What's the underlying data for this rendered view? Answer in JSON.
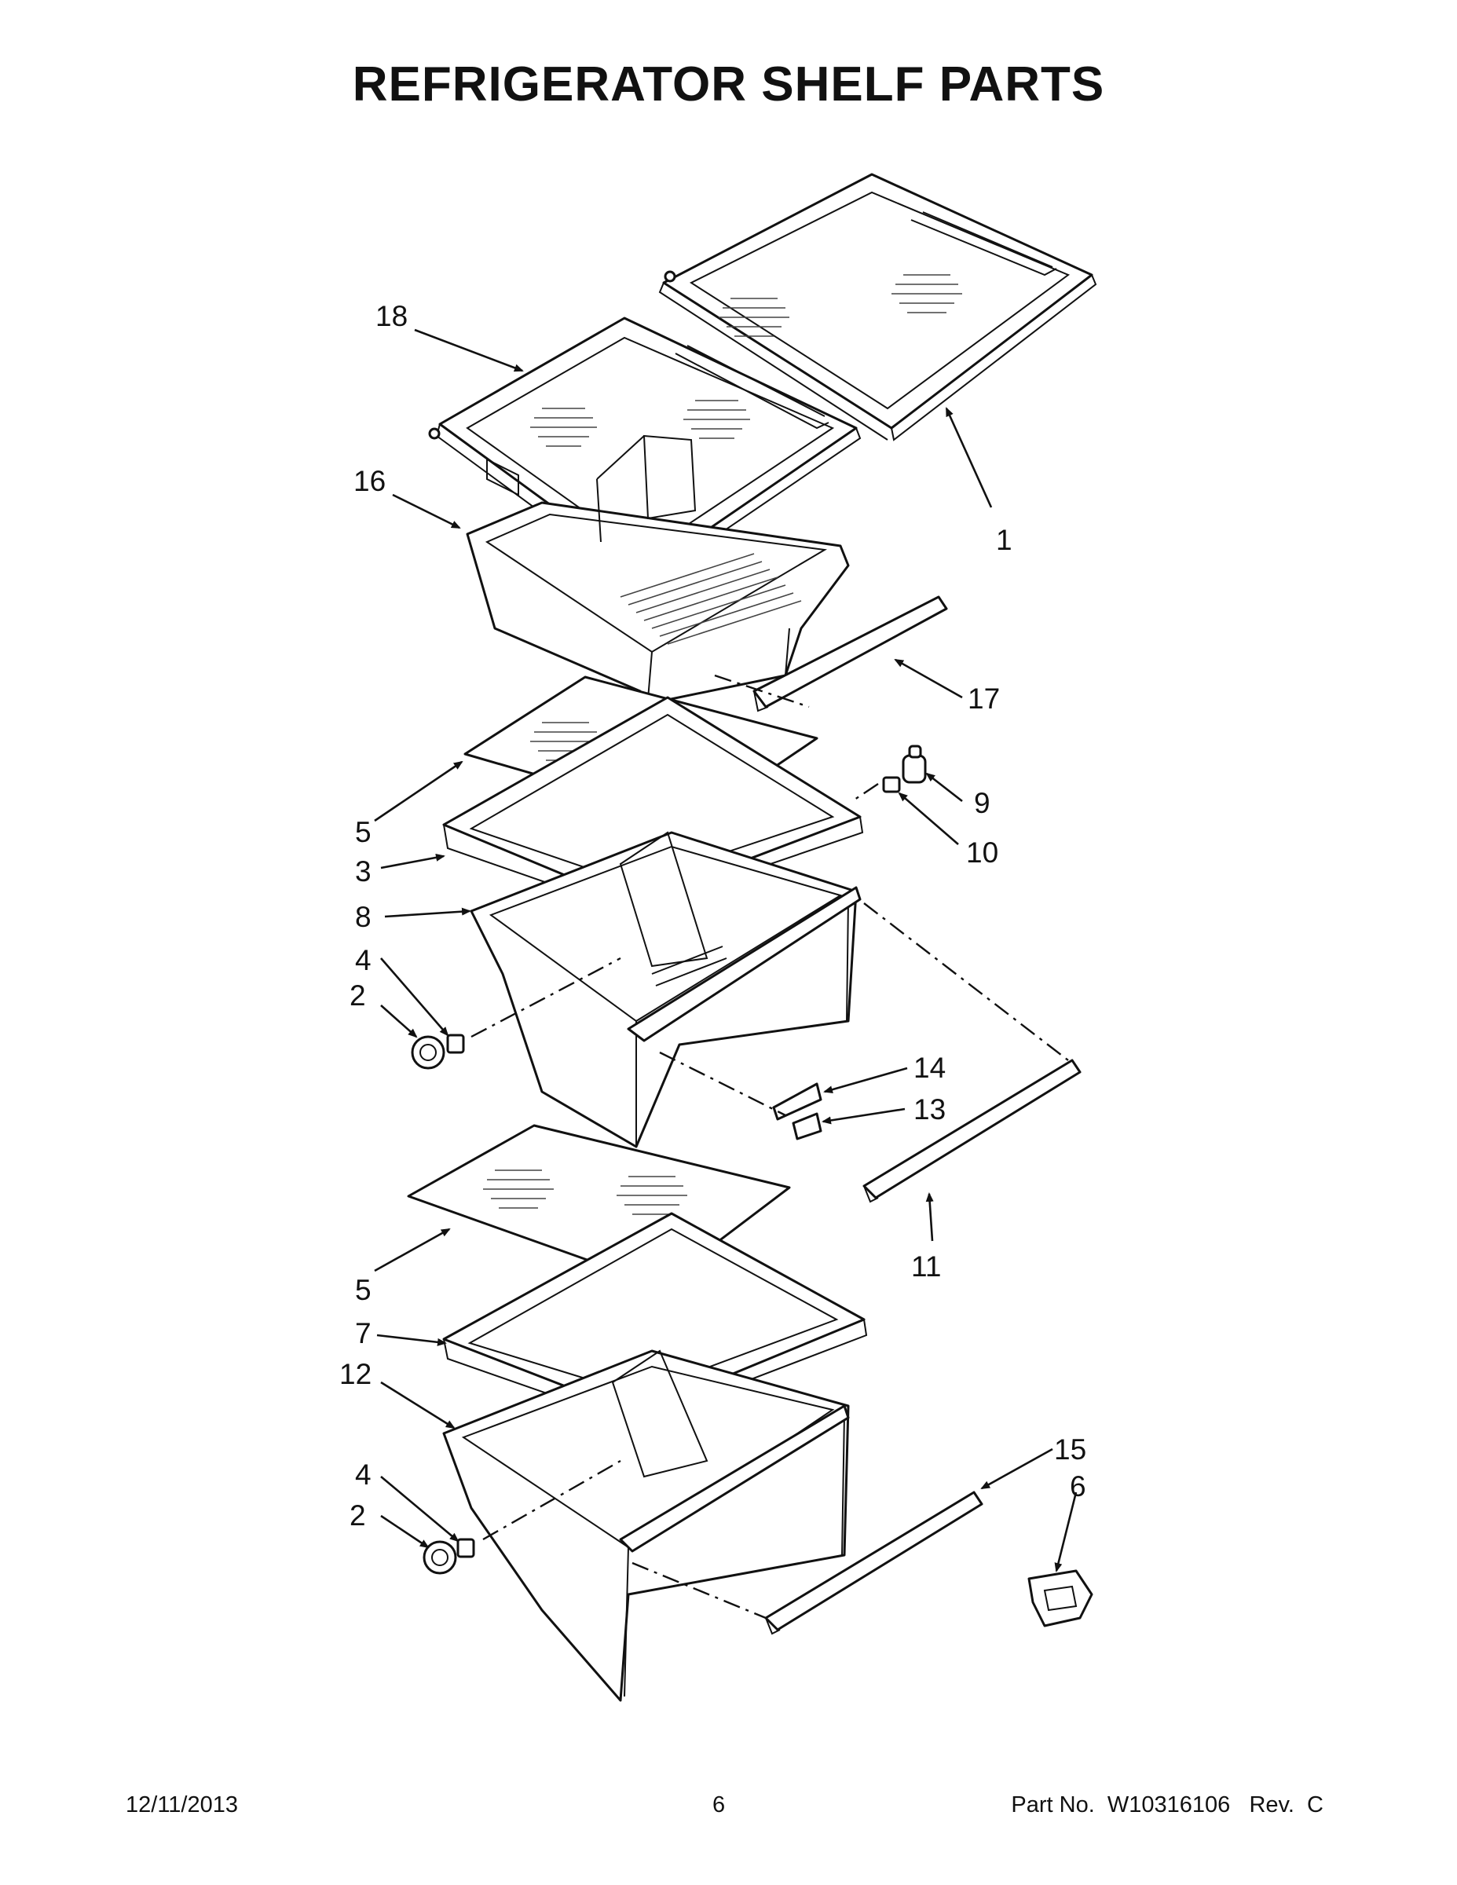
{
  "title": "REFRIGERATOR SHELF PARTS",
  "callouts": {
    "c1": "1",
    "c2a": "2",
    "c2b": "2",
    "c3": "3",
    "c4a": "4",
    "c4b": "4",
    "c5a": "5",
    "c5b": "5",
    "c6": "6",
    "c7": "7",
    "c8": "8",
    "c9": "9",
    "c10": "10",
    "c11": "11",
    "c12": "12",
    "c13": "13",
    "c14": "14",
    "c15": "15",
    "c16": "16",
    "c17": "17",
    "c18": "18"
  },
  "footer": {
    "date": "12/11/2013",
    "page": "6",
    "part_number": "Part No.  W10316106   Rev.  C"
  }
}
